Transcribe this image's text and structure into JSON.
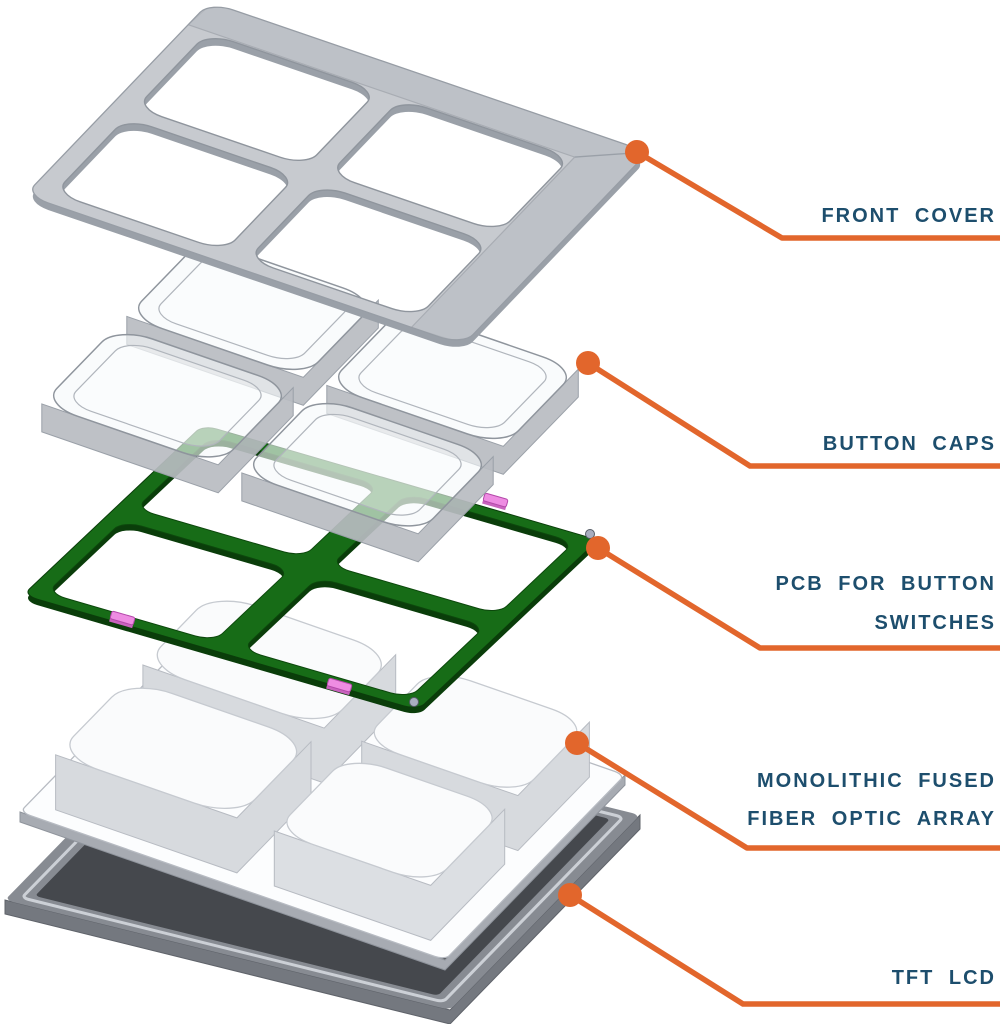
{
  "diagram": {
    "type": "exploded-assembly-view",
    "subject": "Button / display module stack-up",
    "layer_count": 5
  },
  "colors": {
    "accent": "#e2662c",
    "label": "#1d4e6d",
    "pcb": "#176c17",
    "pcb_edge": "#0a3d0a",
    "cover_gray": "#c7cacf",
    "cover_flange": "#bdc1c7",
    "cover_edge": "#9aa0a8",
    "cap_top": "rgba(246,248,250,0.62)",
    "cap_wall": "rgba(184,188,193,0.92)",
    "block_white": "#fafbfc",
    "block_wall": "#d7dade",
    "plate_white": "#fcfdfe",
    "lcd_frame": "#878b92",
    "lcd_rim": "#ccd0d6",
    "lcd_screen": "#45484d",
    "lcd_wall": "#74787f",
    "connector_pink": "#ee8ce2",
    "background": "#ffffff"
  },
  "callouts": [
    {
      "part": "front-cover",
      "lines": [
        "FRONT COVER"
      ]
    },
    {
      "part": "button-caps",
      "lines": [
        "BUTTON CAPS"
      ]
    },
    {
      "part": "pcb-for-button-switches",
      "lines": [
        "PCB FOR BUTTON",
        "SWITCHES"
      ]
    },
    {
      "part": "monolithic-fused-fiber-optic-array",
      "lines": [
        "MONOLITHIC FUSED",
        "FIBER OPTIC ARRAY"
      ]
    },
    {
      "part": "tft-lcd",
      "lines": [
        "TFT LCD"
      ]
    }
  ]
}
